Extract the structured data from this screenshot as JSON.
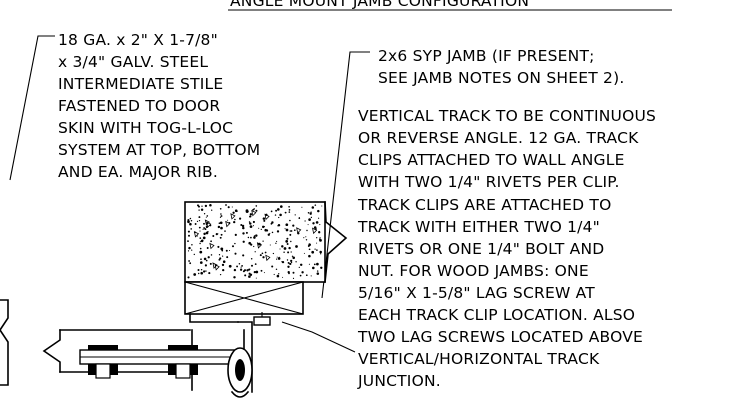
{
  "header": {
    "title": "ANGLE MOUNT JAMB CONFIGURATION"
  },
  "notes": {
    "stile": [
      "18 GA. x 2\" X 1-7/8\"",
      "x 3/4\" GALV. STEEL",
      "INTERMEDIATE STILE",
      "FASTENED TO DOOR",
      "SKIN WITH TOG-L-LOC",
      "SYSTEM AT TOP, BOTTOM",
      "AND EA. MAJOR RIB."
    ],
    "jamb": [
      "2x6 SYP JAMB (IF PRESENT;",
      "SEE JAMB NOTES ON SHEET 2)."
    ],
    "track": [
      "VERTICAL TRACK TO BE CONTINUOUS",
      "OR REVERSE ANGLE. 12 GA. TRACK",
      "CLIPS ATTACHED TO WALL ANGLE",
      "WITH TWO 1/4\" RIVETS PER CLIP.",
      "TRACK CLIPS ARE ATTACHED TO",
      "TRACK WITH EITHER TWO 1/4\"",
      "RIVETS OR ONE 1/4\" BOLT AND",
      "NUT.  FOR WOOD JAMBS: ONE",
      "5/16\" X 1-5/8\" LAG SCREW AT",
      "EACH TRACK CLIP LOCATION. ALSO",
      "TWO LAG SCREWS LOCATED ABOVE",
      "VERTICAL/HORIZONTAL TRACK",
      "JUNCTION."
    ]
  }
}
